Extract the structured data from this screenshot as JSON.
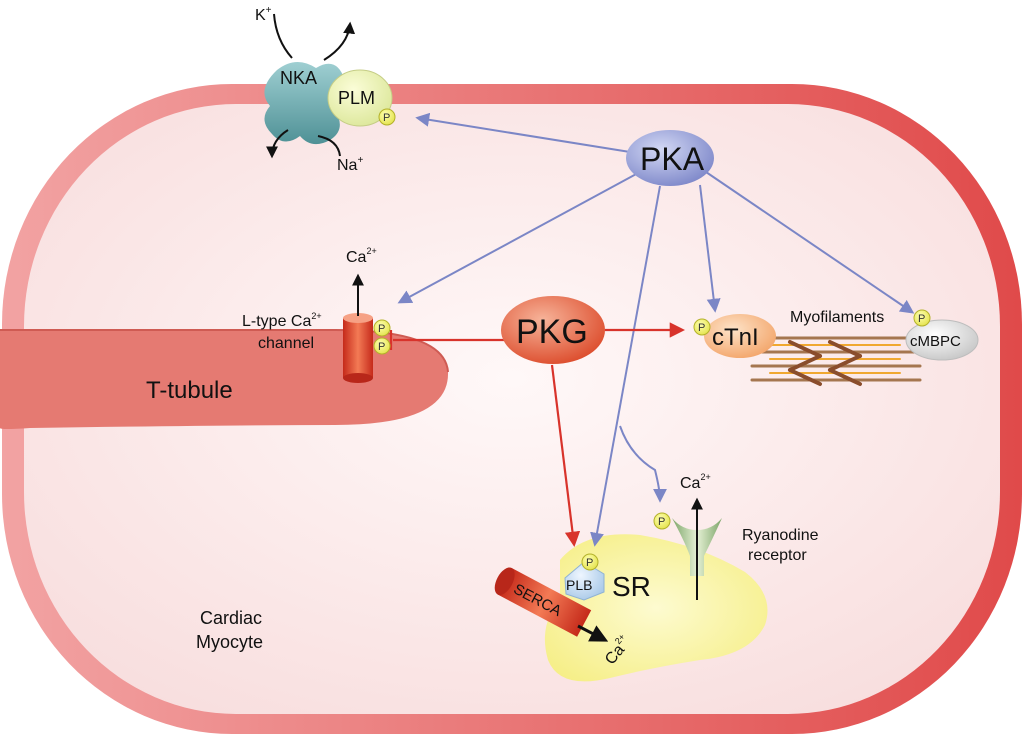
{
  "nodes": {
    "pka": "PKA",
    "pkg": "PKG",
    "nka": "NKA",
    "plm": "PLM",
    "ctni": "cTnI",
    "cmbpc": "cMBPC",
    "plb": "PLB",
    "serca": "SERCA",
    "sr": "SR"
  },
  "labels": {
    "k_ion": "K",
    "k_charge": "+",
    "na_ion": "Na",
    "na_charge": "+",
    "ltype_line1": "L-type Ca",
    "ltype_charge": "2+",
    "ltype_line2": "channel",
    "ca": "Ca",
    "ca_charge": "2+",
    "myofilaments": "Myofilaments",
    "ryanodine_line1": "Ryanodine",
    "ryanodine_line2": "receptor",
    "t_tubule": "T-tubule",
    "cell_line1": "Cardiac",
    "cell_line2": "Myocyte",
    "phospho": "P"
  },
  "colors": {
    "membrane": "#e46767",
    "cytoplasm": "#fbe9e9",
    "pka_arrow": "#7b86c6",
    "pkg_arrow": "#d8332b",
    "sr_fill": "#f8f08e"
  }
}
